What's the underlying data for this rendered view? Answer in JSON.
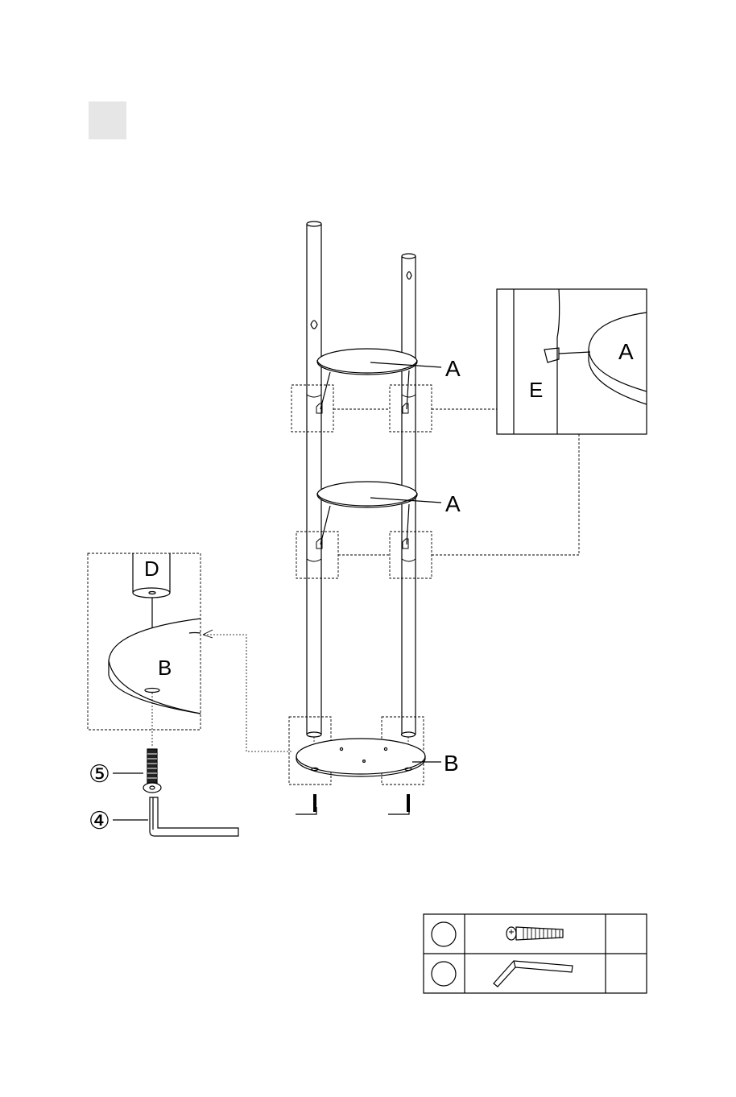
{
  "colors": {
    "line": "#000000",
    "step_box": "#e6e6e6",
    "rod_fill": "#ffffff"
  },
  "labels": {
    "shelf_top": "A",
    "shelf_middle": "A",
    "detail_shelf": "A",
    "detail_bracket": "E",
    "detail_rod": "D",
    "detail_base": "B",
    "base": "B",
    "callout_bolt": "⑤",
    "callout_key": "④"
  },
  "parts_table": {
    "rows": [
      {
        "icon": "bolt-icon",
        "qty": ""
      },
      {
        "icon": "allen-key-icon",
        "qty": ""
      }
    ]
  }
}
